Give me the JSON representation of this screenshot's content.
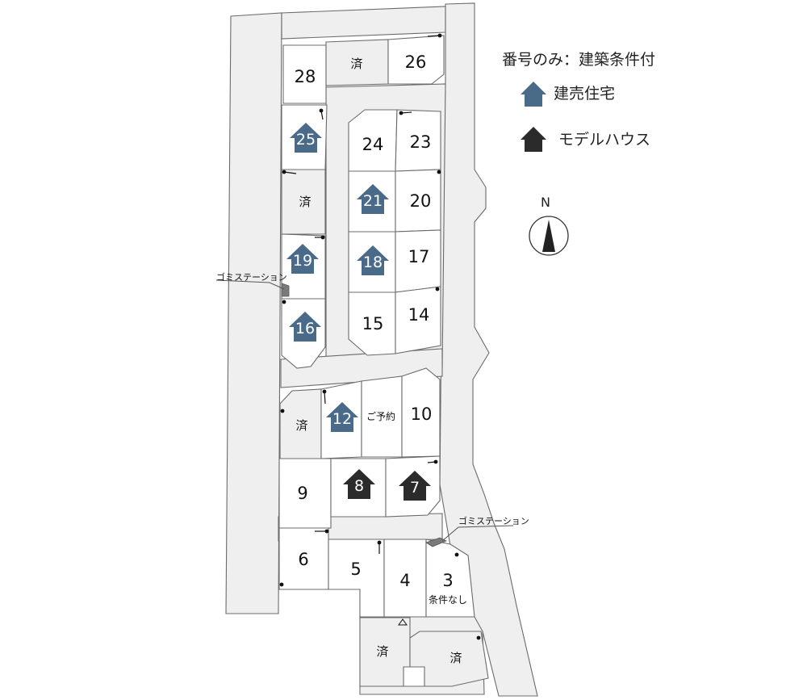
{
  "legend": {
    "conditions_only": "番号のみ：建築条件付",
    "ready_built": "建売住宅",
    "model_house": "モデルハウス"
  },
  "compass": {
    "label": "N"
  },
  "colors": {
    "ready_built": "#4a6a8a",
    "model_house": "#2b2b2b",
    "road": "#efefef",
    "outline": "#6b6b6b"
  },
  "lots": {
    "l28": "28",
    "l26": "26",
    "l24": "24",
    "l23": "23",
    "l20": "20",
    "l17": "17",
    "l15": "15",
    "l14": "14",
    "l10": "10",
    "l9": "9",
    "l6": "6",
    "l5": "5",
    "l4": "4",
    "l3": "3",
    "l25": "25",
    "l21": "21",
    "l19": "19",
    "l18": "18",
    "l16": "16",
    "l12": "12",
    "l8": "8",
    "l7": "7"
  },
  "labels": {
    "sold": "済",
    "reserved": "ご予約",
    "no_conditions": "条件なし",
    "garbage_station": "ゴミステーション"
  }
}
